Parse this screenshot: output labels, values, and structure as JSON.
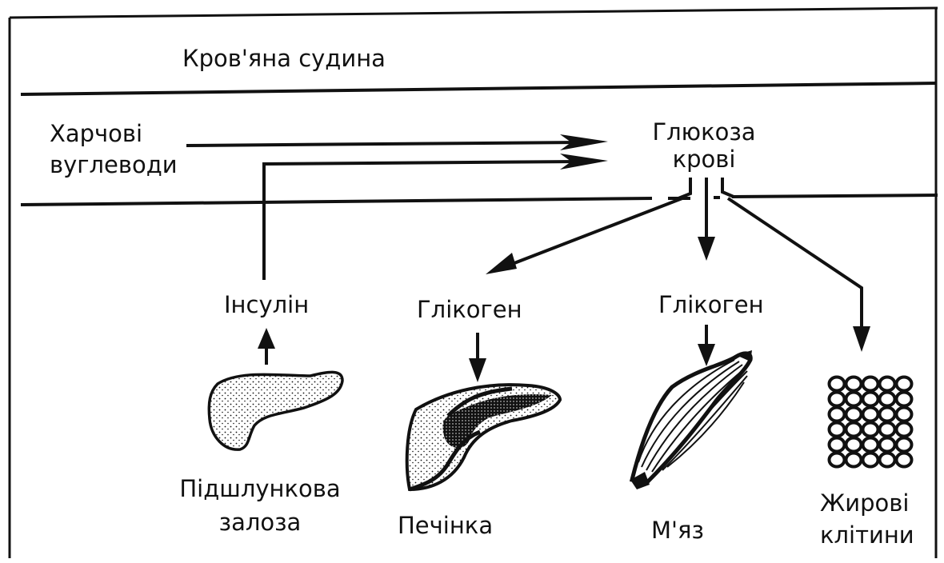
{
  "labels": {
    "vessel": "Кров'яна судина",
    "dietary_carbs": [
      "Харчові",
      "вуглеводи"
    ],
    "blood_glucose": [
      "Глюкоза",
      "крові"
    ],
    "insulin": "Інсулін",
    "glycogen_liver": "Глікоген",
    "glycogen_muscle": "Глікоген",
    "pancreas": [
      "Підшлункова",
      "залоза"
    ],
    "liver": "Печінка",
    "muscle": "М'яз",
    "fat_cells": [
      "Жирові",
      "клітини"
    ]
  },
  "colors": {
    "ink": "#111111",
    "background": "#ffffff"
  },
  "icons": [
    "pancreas-illustration",
    "liver-illustration",
    "muscle-illustration",
    "fat-cells-illustration"
  ]
}
